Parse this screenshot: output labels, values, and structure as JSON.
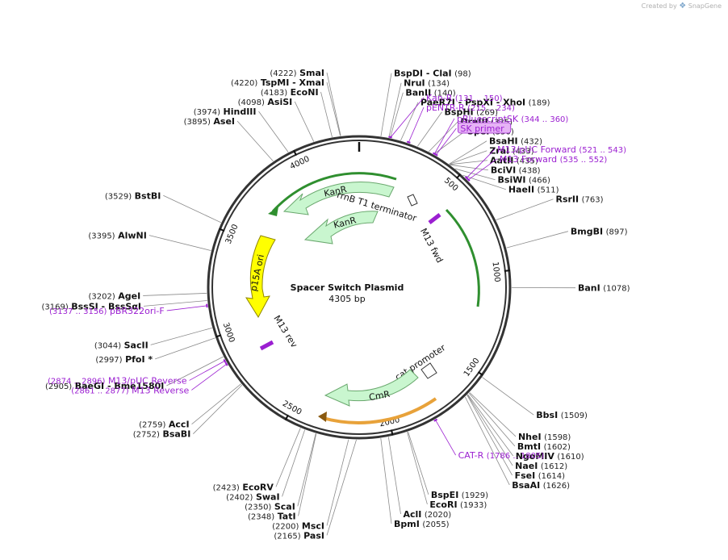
{
  "brand": {
    "prefix": "Created by",
    "name": "SnapGene"
  },
  "plasmid": {
    "name": "Spacer Switch Plasmid",
    "size_label": "4305 bp",
    "length": 4305
  },
  "ticks": [
    {
      "bp": 500,
      "label": "500"
    },
    {
      "bp": 1000,
      "label": "1000"
    },
    {
      "bp": 1500,
      "label": "1500"
    },
    {
      "bp": 2000,
      "label": "2000"
    },
    {
      "bp": 2500,
      "label": "2500"
    },
    {
      "bp": 3000,
      "label": "3000"
    },
    {
      "bp": 3500,
      "label": "3500"
    },
    {
      "bp": 4000,
      "label": "4000"
    }
  ],
  "sites": [
    {
      "name": "SmaI",
      "pos": "(4222)",
      "bp": 4222
    },
    {
      "name": "TspMI - XmaI",
      "pos": "(4220)",
      "bp": 4220
    },
    {
      "name": "EcoNI",
      "pos": "(4183)",
      "bp": 4183
    },
    {
      "name": "AsiSI",
      "pos": "(4098)",
      "bp": 4098
    },
    {
      "name": "HindIII",
      "pos": "(3974)",
      "bp": 3974
    },
    {
      "name": "AseI",
      "pos": "(3895)",
      "bp": 3895
    },
    {
      "name": "BstBI",
      "pos": "(3529)",
      "bp": 3529
    },
    {
      "name": "AlwNI",
      "pos": "(3395)",
      "bp": 3395
    },
    {
      "name": "AgeI",
      "pos": "(3202)",
      "bp": 3202
    },
    {
      "name": "BssSI - BssSαI",
      "pos": "(3169)",
      "bp": 3169
    },
    {
      "name": "SacII",
      "pos": "(3044)",
      "bp": 3044
    },
    {
      "name": "PfoI *",
      "pos": "(2997)",
      "bp": 2997
    },
    {
      "name": "BaeGI - Bme1580I",
      "pos": "(2905)",
      "bp": 2905
    },
    {
      "name": "AccI",
      "pos": "(2759)",
      "bp": 2759
    },
    {
      "name": "BsaBI",
      "pos": "(2752)",
      "bp": 2752
    },
    {
      "name": "EcoRV",
      "pos": "(2423)",
      "bp": 2423
    },
    {
      "name": "SwaI",
      "pos": "(2402)",
      "bp": 2402
    },
    {
      "name": "ScaI",
      "pos": "(2350)",
      "bp": 2350
    },
    {
      "name": "TatI",
      "pos": "(2348)",
      "bp": 2348
    },
    {
      "name": "MscI",
      "pos": "(2200)",
      "bp": 2200
    },
    {
      "name": "PasI",
      "pos": "(2165)",
      "bp": 2165
    },
    {
      "name": "BpmI",
      "pos": "(2055)",
      "bp": 2055
    },
    {
      "name": "AclI",
      "pos": "(2020)",
      "bp": 2020
    },
    {
      "name": "EcoRI",
      "pos": "(1933)",
      "bp": 1933
    },
    {
      "name": "BspEI",
      "pos": "(1929)",
      "bp": 1929
    },
    {
      "name": "BsaAI",
      "pos": "(1626)",
      "bp": 1626
    },
    {
      "name": "FseI",
      "pos": "(1614)",
      "bp": 1614
    },
    {
      "name": "NaeI",
      "pos": "(1612)",
      "bp": 1612
    },
    {
      "name": "NgoMIV",
      "pos": "(1610)",
      "bp": 1610
    },
    {
      "name": "BmtI",
      "pos": "(1602)",
      "bp": 1602
    },
    {
      "name": "NheI",
      "pos": "(1598)",
      "bp": 1598
    },
    {
      "name": "BbsI",
      "pos": "(1509)",
      "bp": 1509
    },
    {
      "name": "BanI",
      "pos": "(1078)",
      "bp": 1078
    },
    {
      "name": "BmgBI",
      "pos": "(897)",
      "bp": 897
    },
    {
      "name": "RsrII",
      "pos": "(763)",
      "bp": 763
    },
    {
      "name": "HaeII",
      "pos": "(511)",
      "bp": 511
    },
    {
      "name": "BsiWI",
      "pos": "(466)",
      "bp": 466
    },
    {
      "name": "BciVI",
      "pos": "(438)",
      "bp": 438
    },
    {
      "name": "AatII",
      "pos": "(435)",
      "bp": 435
    },
    {
      "name": "ZraI",
      "pos": "(433)",
      "bp": 433
    },
    {
      "name": "BsaHI",
      "pos": "(432)",
      "bp": 432
    },
    {
      "name": "SpeI",
      "pos": "(350)",
      "bp": 350
    },
    {
      "name": "DraIII",
      "pos": "(325)",
      "bp": 325
    },
    {
      "name": "BspHI",
      "pos": "(269)",
      "bp": 269
    },
    {
      "name": "PaeR7I - PspXI - XhoI",
      "pos": "(189)",
      "bp": 189
    },
    {
      "name": "BanII",
      "pos": "(140)",
      "bp": 140
    },
    {
      "name": "NruI",
      "pos": "(134)",
      "bp": 134
    },
    {
      "name": "BspDI - ClaI",
      "pos": "(98)",
      "bp": 98
    }
  ],
  "primers": [
    {
      "name": "Kan-R",
      "range": "(131 .. 150)",
      "bp": 140
    },
    {
      "name": "pENTR-R",
      "range": "(215 .. 234)",
      "bp": 225
    },
    {
      "name": "pBluescriptSK",
      "range": "(344 .. 360)",
      "bp": 352
    },
    {
      "name": "SK primer",
      "range": "",
      "bp": 360,
      "boxed": true
    },
    {
      "name": "M13/pUC Forward",
      "range": "(521 .. 543)",
      "bp": 532
    },
    {
      "name": "M13 Forward",
      "range": "(535 .. 552)",
      "bp": 543
    },
    {
      "name": "CAT-R",
      "range": "(1786 .. 1805)",
      "bp": 1795
    },
    {
      "name": "M13/pUC Reverse",
      "range": "(2874 .. 2896)",
      "bp": 2885
    },
    {
      "name": "M13 Reverse",
      "range": "(2861 .. 2877)",
      "bp": 2869
    },
    {
      "name": "pBR322ori-F",
      "range": "(3137 .. 3156)",
      "bp": 3146
    }
  ],
  "features": [
    {
      "name": "KanR",
      "kind": "cds"
    },
    {
      "name": "KanR",
      "kind": "cds"
    },
    {
      "name": "rrnB T1 terminator",
      "kind": "terminator"
    },
    {
      "name": "M13 fwd",
      "kind": "primer_bind"
    },
    {
      "name": "p15A ori",
      "kind": "rep_origin"
    },
    {
      "name": "M13 rev",
      "kind": "primer_bind"
    },
    {
      "name": "cat promoter",
      "kind": "promoter"
    },
    {
      "name": "CmR",
      "kind": "cds"
    }
  ],
  "colors": {
    "backbone": "#333333",
    "cds": "#c9f6cf",
    "cds_stroke": "#6aa86e",
    "cds_outer": "#2f8f2f",
    "ori": "#ffff00",
    "ori_stroke": "#b7a800",
    "promoter": "#ffffff",
    "primer": "#9b1fd1",
    "cmr_outer": "#e8a23a",
    "sk_box": "#e6b3f5"
  }
}
